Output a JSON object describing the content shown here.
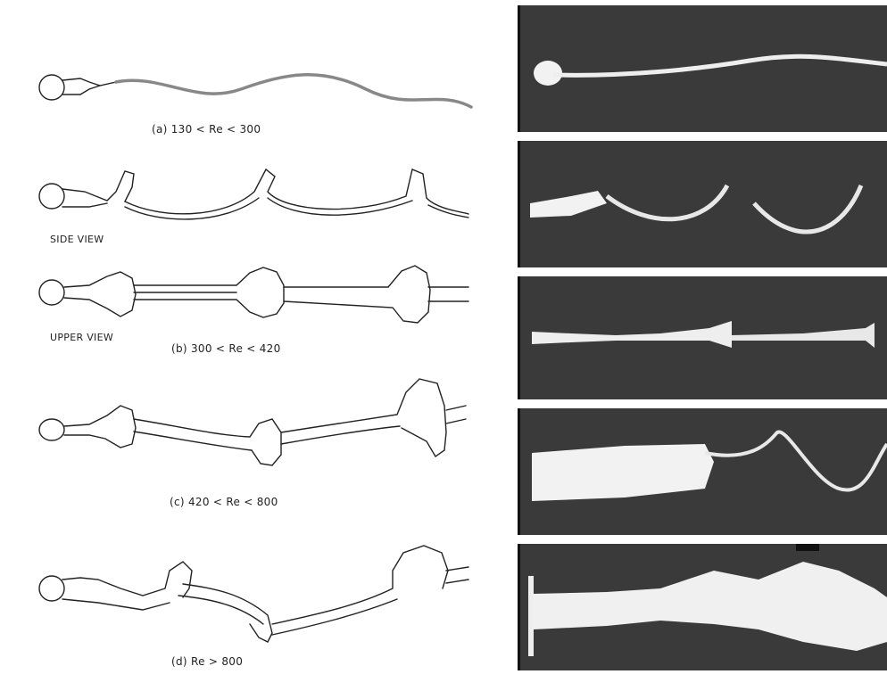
{
  "figure": {
    "regimes": [
      {
        "id": "a",
        "label": "(a)  130 < Re < 300"
      },
      {
        "id": "b",
        "label": "(b)  300 < Re < 420"
      },
      {
        "id": "c",
        "label": "(c)  420 < Re < 800"
      },
      {
        "id": "d",
        "label": "(d)      Re > 800"
      }
    ],
    "views": {
      "side": "SIDE VIEW",
      "upper": "UPPER VIEW"
    }
  },
  "colors": {
    "ink": "#222222",
    "photo_bg": "#3a3a3a",
    "smoke": "#f2f2f2"
  }
}
